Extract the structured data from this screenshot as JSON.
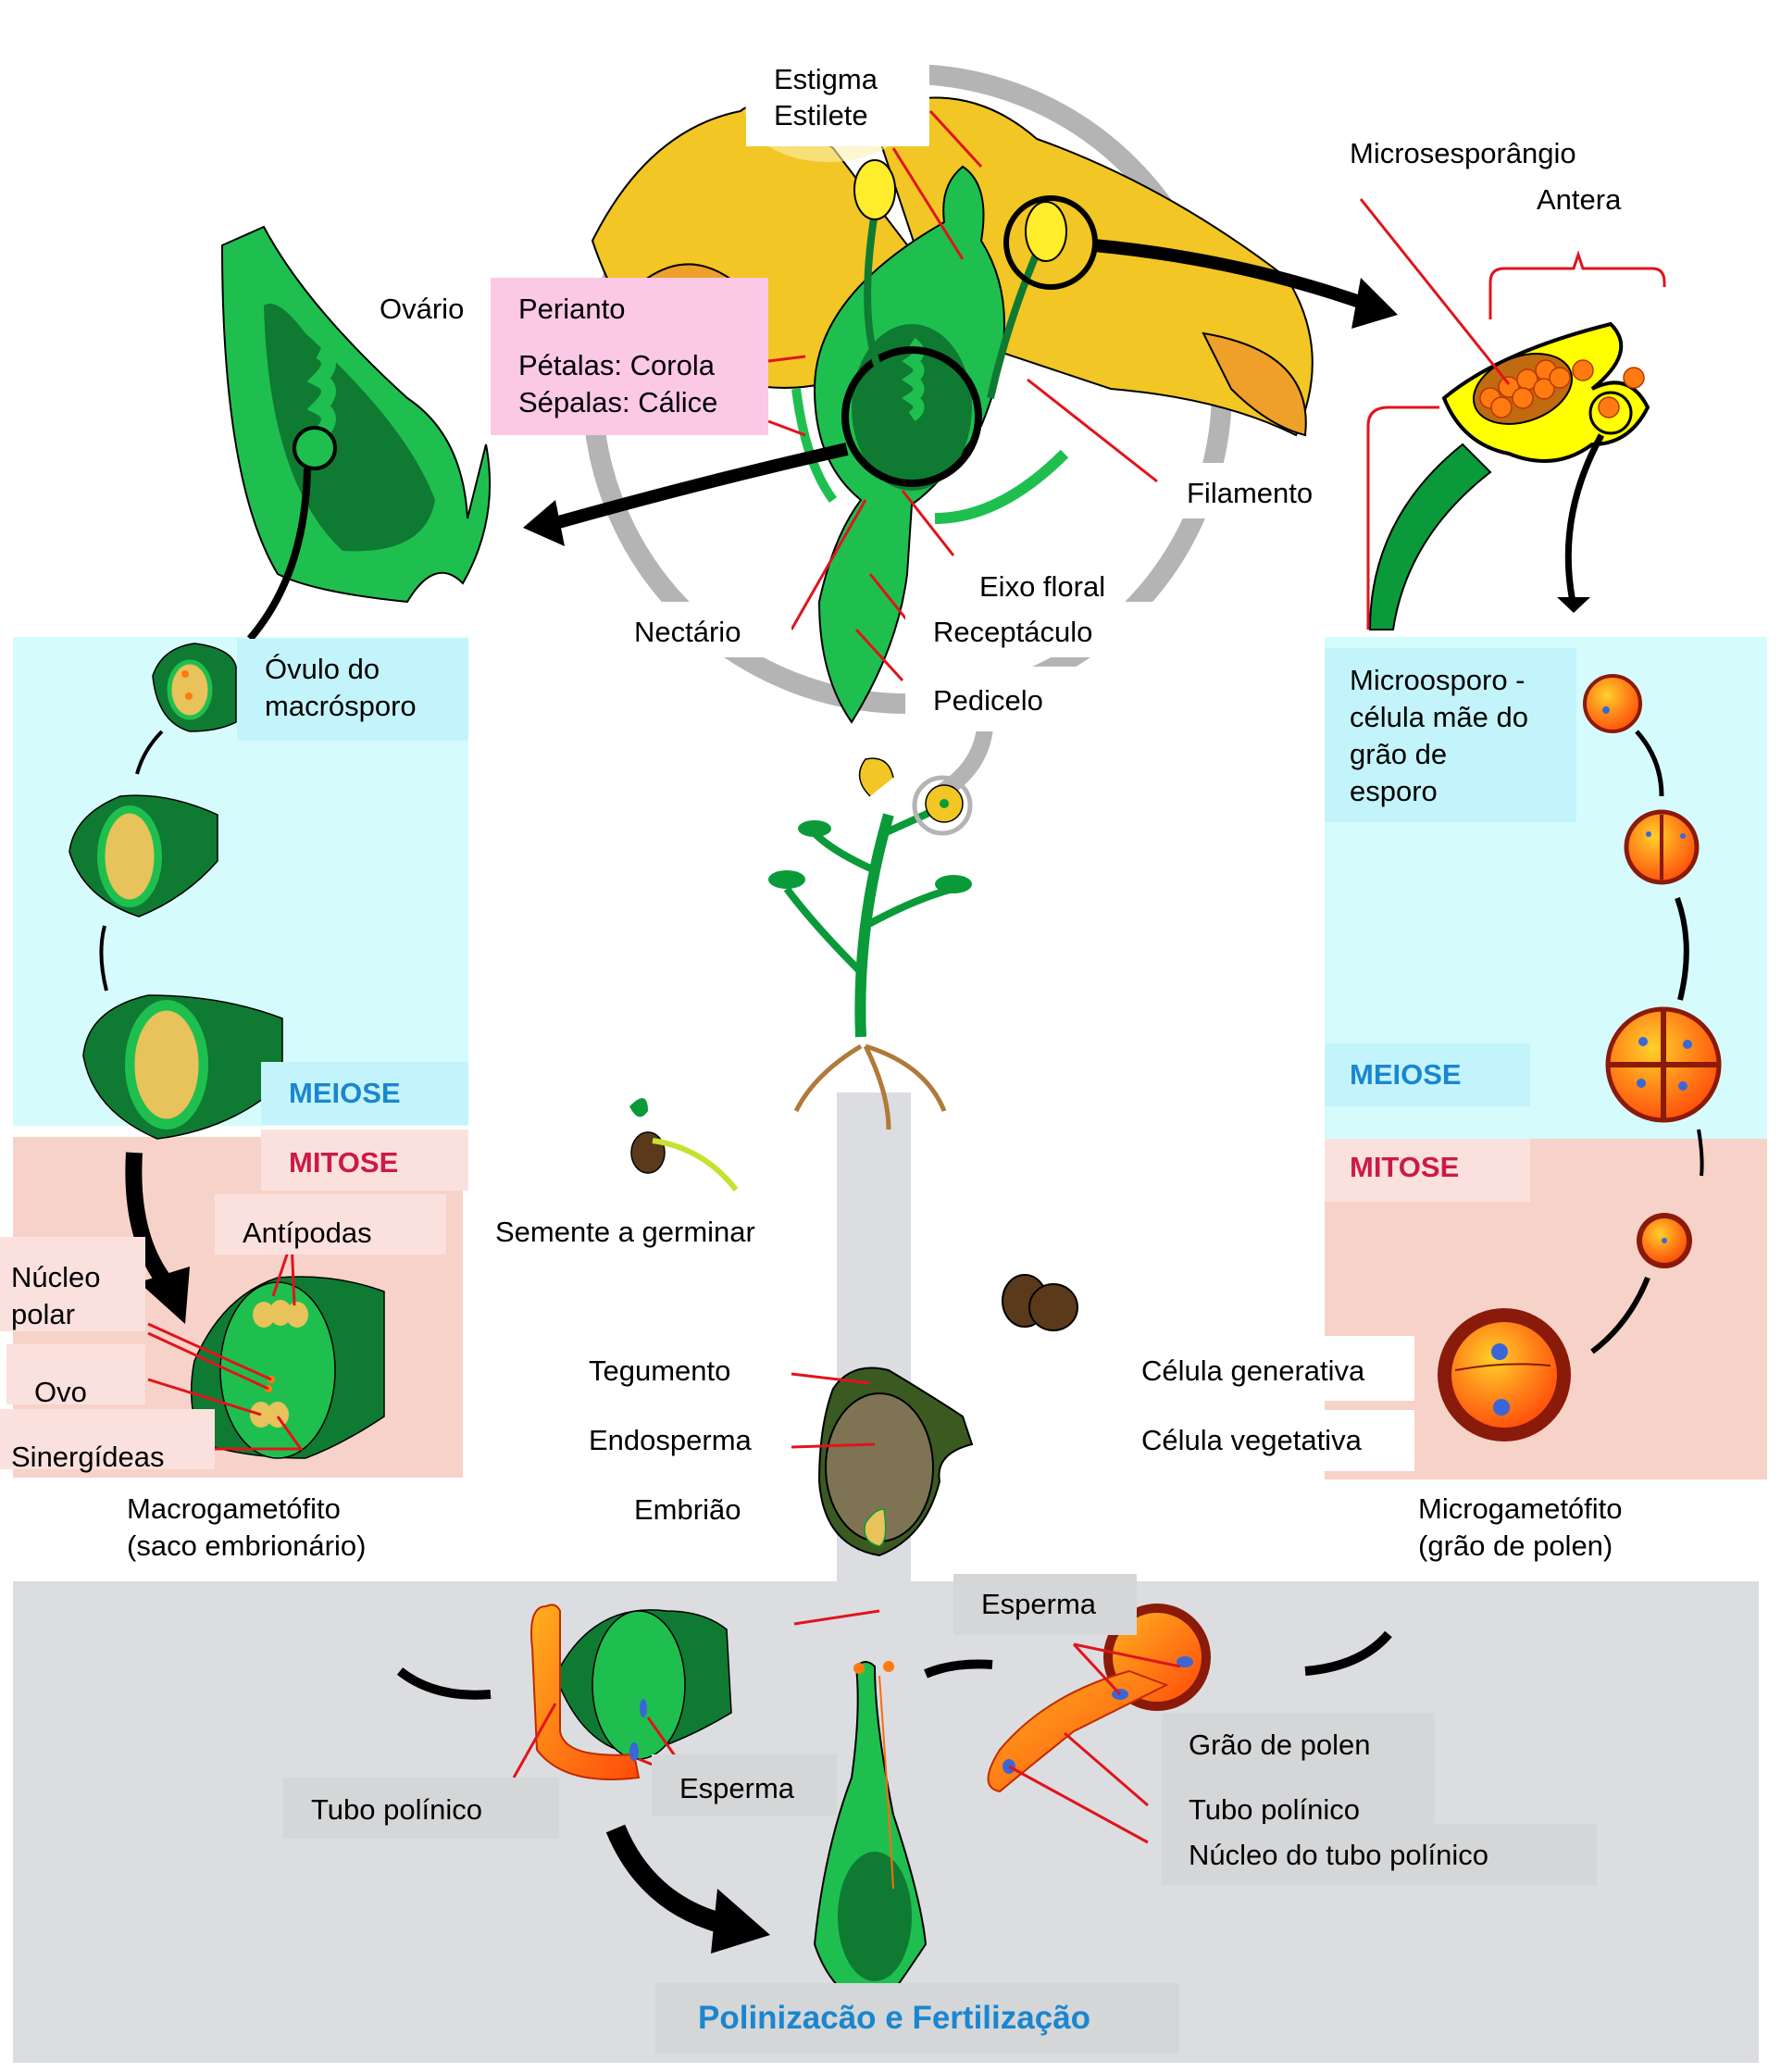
{
  "diagram": {
    "title": "Polinizacão e Fertilização",
    "flower": {
      "labels": {
        "estigma": "Estigma",
        "estilete": "Estilete",
        "perianto": "Perianto",
        "petalas": "Pétalas: Corola",
        "sepalas": "Sépalas: Cálice",
        "ovario": "Ovário",
        "filamento": "Filamento",
        "eixo_floral": "Eixo floral",
        "nectario": "Nectário",
        "receptaculo": "Receptáculo",
        "pedicelo": "Pedicelo"
      }
    },
    "anther": {
      "microsporangio": "Microsesporângio",
      "antera": "Antera"
    },
    "female_path": {
      "ovulo_line1": "Óvulo do",
      "ovulo_line2": "macrósporo",
      "meiose": "MEIOSE",
      "mitose": "MITOSE",
      "antipodas": "Antípodas",
      "nucleo_polar_line1": "Núcleo",
      "nucleo_polar_line2": "polar",
      "ovo": "Ovo",
      "sinergideas": "Sinergídeas",
      "caption_line1": "Macrogametófito",
      "caption_line2": "(saco embrionário)"
    },
    "male_path": {
      "microsporo_line1": "Microosporo -",
      "microsporo_line2": "célula mãe do",
      "microsporo_line3": "grão de",
      "microsporo_line4": "esporo",
      "meiose": "MEIOSE",
      "mitose": "MITOSE",
      "celula_generativa": "Célula generativa",
      "celula_vegetativa": "Célula vegetativa",
      "caption_line1": "Microgametófito",
      "caption_line2": "(grão de polen)"
    },
    "seed": {
      "semente_germinar": "Semente a germinar",
      "tegumento": "Tegumento",
      "endosperma": "Endosperma",
      "embriao": "Embrião"
    },
    "fertilization": {
      "tubo_polinico_left": "Tubo polínico",
      "esperma_left": "Esperma",
      "esperma_right": "Esperma",
      "grao_de_polen": "Grão de polen",
      "tubo_polinico_right": "Tubo polínico",
      "nucleo_tubo": "Núcleo do tubo polínico"
    },
    "colors": {
      "meiose": "#1a86cf",
      "mitose": "#cc1a44",
      "leader_line": "#e0141c",
      "green_dark": "#0f7a32",
      "green_light": "#1fbf4f",
      "petal_yellow": "#f2c624",
      "pollen_orange": "#ff6a10"
    }
  }
}
